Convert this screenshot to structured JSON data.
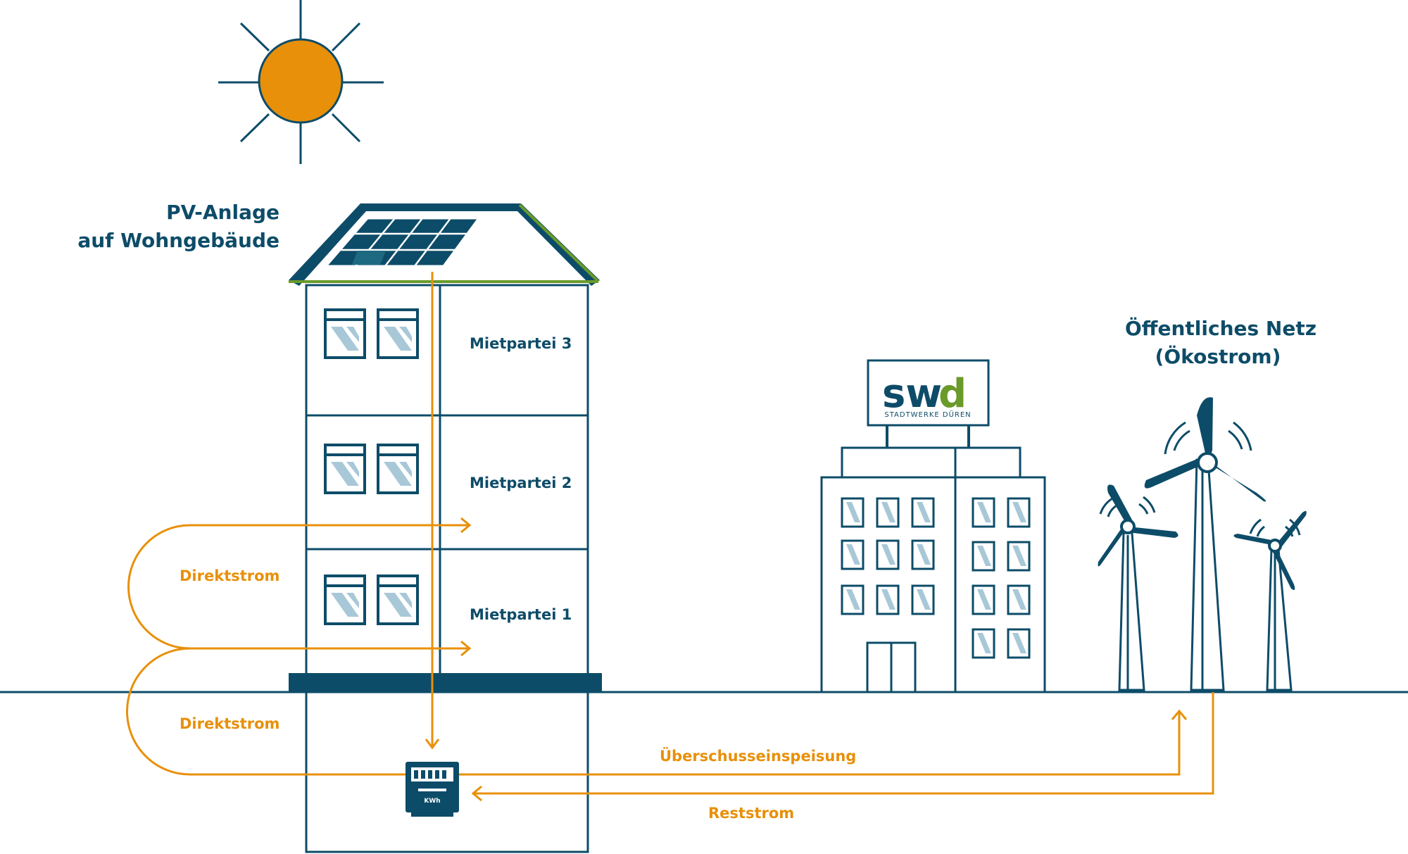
{
  "colors": {
    "navy": "#0d4c68",
    "orange": "#e8900a",
    "green": "#6a9a2a",
    "window_glass": "#a8c8d8",
    "white": "#ffffff"
  },
  "labels": {
    "pv_title_line1": "PV-Anlage",
    "pv_title_line2": "auf Wohngebäude",
    "grid_title_line1": "Öffentliches Netz",
    "grid_title_line2": "(Ökostrom)",
    "tenant_3": "Mietpartei 3",
    "tenant_2": "Mietpartei 2",
    "tenant_1": "Mietpartei 1",
    "direct_upper": "Direktstrom",
    "direct_lower": "Direktstrom",
    "feed_in": "Überschusseinspeisung",
    "residual": "Reststrom",
    "meter_unit": "KWh"
  },
  "logo": {
    "text_s": "sw",
    "text_d": "d",
    "tagline": "STADTWERKE DÜREN"
  },
  "icons": [
    "sun-icon",
    "solar-panel-icon",
    "electricity-meter-icon",
    "wind-turbine-icon",
    "office-building-icon"
  ]
}
